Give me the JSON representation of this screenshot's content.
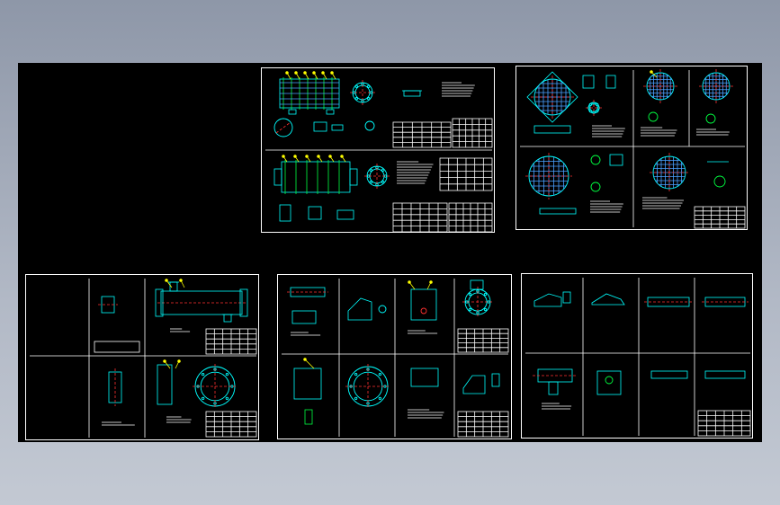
{
  "app": {
    "background_color": "#000000",
    "line_colors": {
      "frame": "#ffffff",
      "geometry": "#00ffff",
      "centerline": "#ff3030",
      "accent_green": "#00ff40",
      "leader": "#ffff00",
      "hatch": "#4aa0ff"
    }
  },
  "sheets": [
    {
      "id": "assembly-drawing",
      "kind": "assembly"
    },
    {
      "id": "tube-sheet-drawing",
      "kind": "tubesheets"
    },
    {
      "id": "shell-drawing",
      "kind": "shell"
    },
    {
      "id": "channel-drawing",
      "kind": "channel"
    },
    {
      "id": "parts-drawing",
      "kind": "parts"
    }
  ]
}
